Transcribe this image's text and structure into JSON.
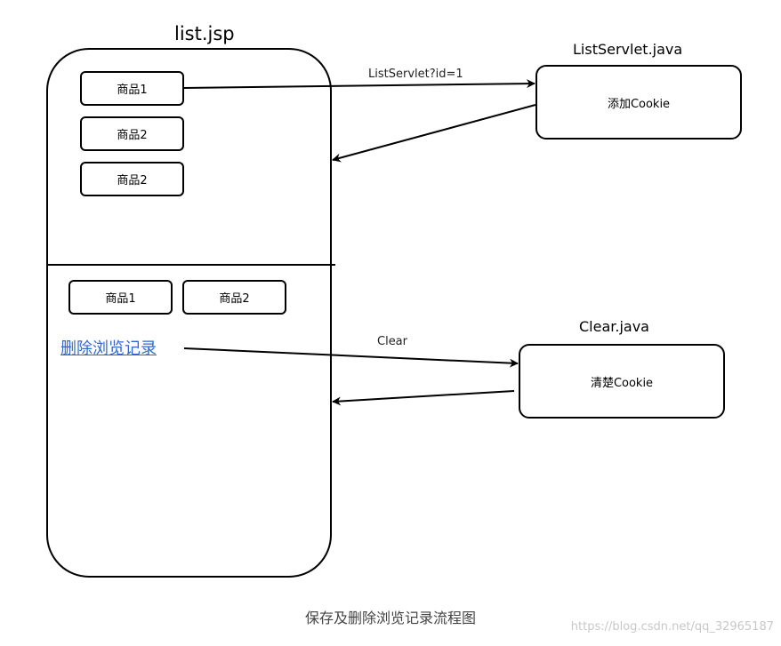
{
  "jsp": {
    "title": "list.jsp",
    "top_items": [
      "商品1",
      "商品2",
      "商品2"
    ],
    "history_items": [
      "商品1",
      "商品2"
    ],
    "clear_link": "删除浏览记录"
  },
  "list_servlet": {
    "title": "ListServlet.java",
    "action": "添加Cookie",
    "request_label": "ListServlet?id=1"
  },
  "clear_servlet": {
    "title": "Clear.java",
    "action": "清楚Cookie",
    "request_label": "Clear"
  },
  "caption": "保存及删除浏览记录流程图",
  "watermark": "https://blog.csdn.net/qq_32965187"
}
